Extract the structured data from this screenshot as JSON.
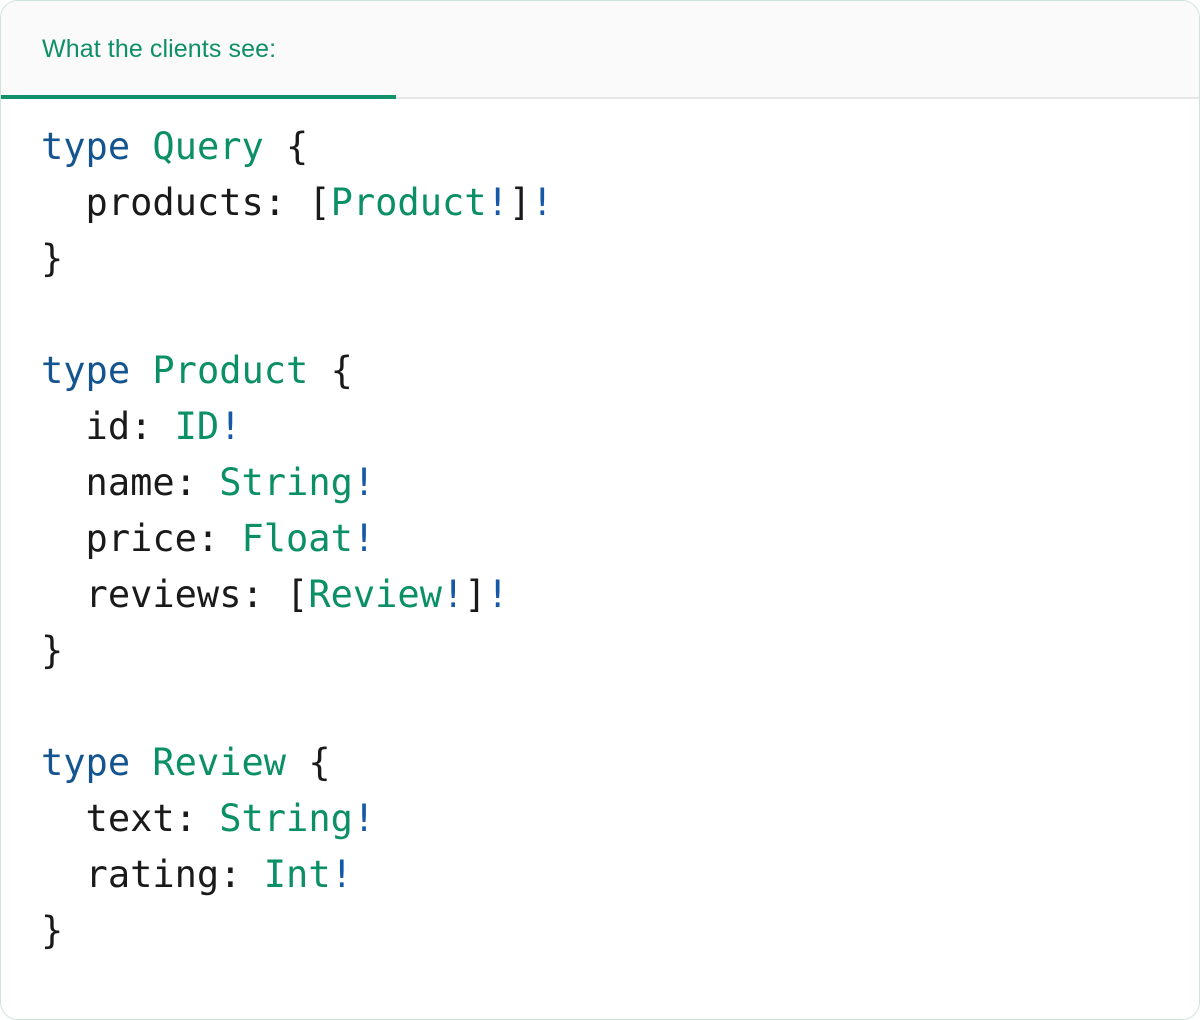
{
  "card": {
    "border_color": "#cfe3d8",
    "background": "#ffffff"
  },
  "tabbar": {
    "background": "#fafafa",
    "active_underline_color": "#12906b",
    "tabs": [
      {
        "label": "What the clients see:",
        "active": true
      }
    ]
  },
  "colors": {
    "keyword": "#14548f",
    "type_name": "#0b8f66",
    "punctuation": "#1a1a1a",
    "field_name": "#1a1a1a",
    "non_null_bang": "#1558a8",
    "header_text": "#0f8f68"
  },
  "code": {
    "language": "graphql",
    "raw": "type Query {\n  products: [Product!]!\n}\n\ntype Product {\n  id: ID!\n  name: String!\n  price: Float!\n  reviews: [Review!]!\n}\n\ntype Review {\n  text: String!\n  rating: Int!\n}",
    "lines": [
      {
        "tokens": [
          {
            "t": "type",
            "c": "kw"
          },
          {
            "t": " ",
            "c": "punct"
          },
          {
            "t": "Query",
            "c": "type"
          },
          {
            "t": " {",
            "c": "punct"
          }
        ]
      },
      {
        "tokens": [
          {
            "t": "  products: ",
            "c": "field"
          },
          {
            "t": "[",
            "c": "punct"
          },
          {
            "t": "Product",
            "c": "type"
          },
          {
            "t": "!",
            "c": "bang"
          },
          {
            "t": "]",
            "c": "punct"
          },
          {
            "t": "!",
            "c": "bang"
          }
        ]
      },
      {
        "tokens": [
          {
            "t": "}",
            "c": "punct"
          }
        ]
      },
      {
        "tokens": []
      },
      {
        "tokens": [
          {
            "t": "type",
            "c": "kw"
          },
          {
            "t": " ",
            "c": "punct"
          },
          {
            "t": "Product",
            "c": "type"
          },
          {
            "t": " {",
            "c": "punct"
          }
        ]
      },
      {
        "tokens": [
          {
            "t": "  id: ",
            "c": "field"
          },
          {
            "t": "ID",
            "c": "type"
          },
          {
            "t": "!",
            "c": "bang"
          }
        ]
      },
      {
        "tokens": [
          {
            "t": "  name: ",
            "c": "field"
          },
          {
            "t": "String",
            "c": "type"
          },
          {
            "t": "!",
            "c": "bang"
          }
        ]
      },
      {
        "tokens": [
          {
            "t": "  price: ",
            "c": "field"
          },
          {
            "t": "Float",
            "c": "type"
          },
          {
            "t": "!",
            "c": "bang"
          }
        ]
      },
      {
        "tokens": [
          {
            "t": "  reviews: ",
            "c": "field"
          },
          {
            "t": "[",
            "c": "punct"
          },
          {
            "t": "Review",
            "c": "type"
          },
          {
            "t": "!",
            "c": "bang"
          },
          {
            "t": "]",
            "c": "punct"
          },
          {
            "t": "!",
            "c": "bang"
          }
        ]
      },
      {
        "tokens": [
          {
            "t": "}",
            "c": "punct"
          }
        ]
      },
      {
        "tokens": []
      },
      {
        "tokens": [
          {
            "t": "type",
            "c": "kw"
          },
          {
            "t": " ",
            "c": "punct"
          },
          {
            "t": "Review",
            "c": "type"
          },
          {
            "t": " {",
            "c": "punct"
          }
        ]
      },
      {
        "tokens": [
          {
            "t": "  text: ",
            "c": "field"
          },
          {
            "t": "String",
            "c": "type"
          },
          {
            "t": "!",
            "c": "bang"
          }
        ]
      },
      {
        "tokens": [
          {
            "t": "  rating: ",
            "c": "field"
          },
          {
            "t": "Int",
            "c": "type"
          },
          {
            "t": "!",
            "c": "bang"
          }
        ]
      },
      {
        "tokens": [
          {
            "t": "}",
            "c": "punct"
          }
        ]
      }
    ]
  }
}
